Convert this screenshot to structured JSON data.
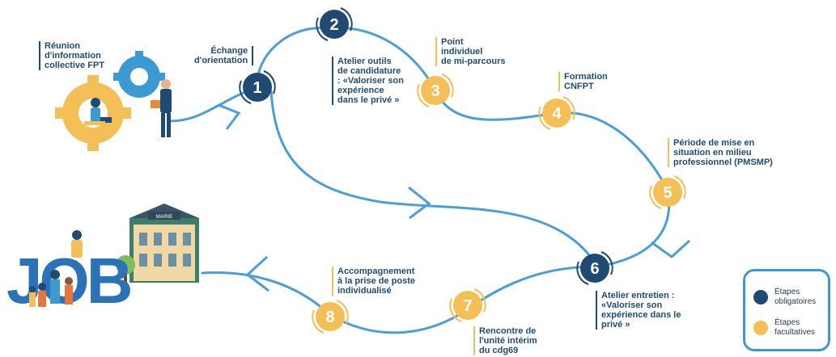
{
  "steps": [
    {
      "num": "1",
      "type": "obligatoire",
      "lines": [
        "Échange",
        "d'orientation"
      ]
    },
    {
      "num": "2",
      "type": "obligatoire",
      "lines": [
        "Atelier outils",
        "de candidature",
        ": «Valoriser son",
        "expérience",
        "dans le privé »"
      ]
    },
    {
      "num": "3",
      "type": "facultative",
      "lines": [
        "Point",
        "individuel",
        "de mi-parcours"
      ]
    },
    {
      "num": "4",
      "type": "facultative",
      "lines": [
        "Formation",
        "CNFPT"
      ]
    },
    {
      "num": "5",
      "type": "facultative",
      "lines": [
        "Période de mise en",
        "situation en milieu",
        "professionnel (PMSMP)"
      ]
    },
    {
      "num": "6",
      "type": "obligatoire",
      "lines": [
        "Atelier entretien :",
        "«Valoriser son",
        "expérience dans le",
        "privé »"
      ]
    },
    {
      "num": "7",
      "type": "facultative",
      "lines": [
        "Rencontre de",
        "l'unité intérim",
        "du cdg69"
      ]
    },
    {
      "num": "8",
      "type": "facultative",
      "lines": [
        "Accompagnement",
        "à la prise de poste",
        "individualisé"
      ]
    }
  ],
  "intro": {
    "lines": [
      "Réunion",
      "d'information",
      "collective FPT"
    ]
  },
  "job_word": "JOB",
  "building_sign": "MAIRIE",
  "legend": {
    "obligatoires": [
      "Étapes",
      "obligatoires"
    ],
    "facultatives": [
      "Étapes",
      "facultatives"
    ]
  },
  "colors": {
    "navy": "#1f4b73",
    "yellow": "#f5bf57",
    "blue": "#3d9ad1",
    "path": "#4a9fd8"
  }
}
